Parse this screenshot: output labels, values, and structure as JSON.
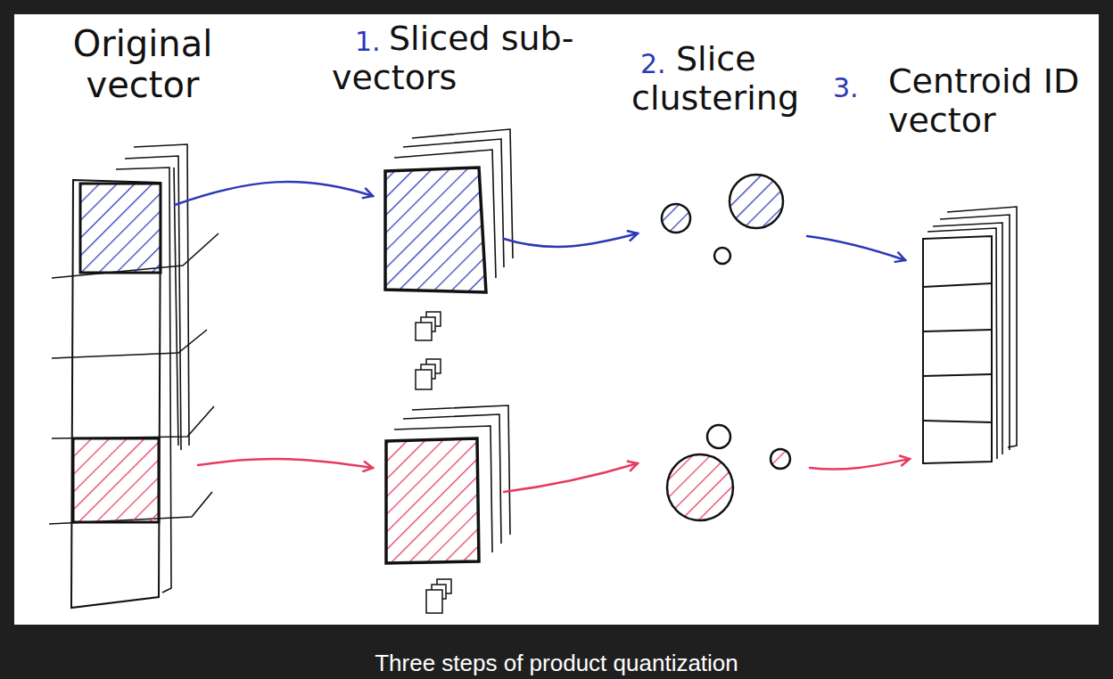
{
  "diagram": {
    "caption": "Three steps of product quantization",
    "labels": [
      "Original vector",
      "1.",
      "Sliced sub-vectors",
      "2.",
      "Slice clustering",
      "3.",
      "Centroid ID vector"
    ]
  }
}
